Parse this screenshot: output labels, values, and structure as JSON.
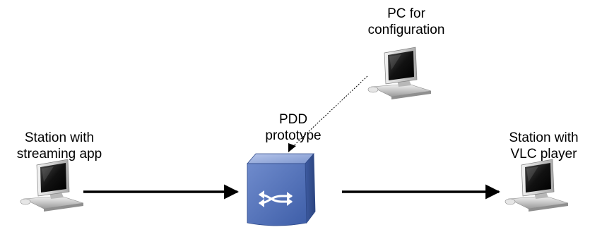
{
  "nodes": {
    "config_pc": {
      "line1": "PC for",
      "line2": "configuration",
      "icon": "desktop-computer-icon"
    },
    "pdd": {
      "line1": "PDD",
      "line2": "prototype",
      "icon": "network-switch-icon"
    },
    "source_station": {
      "line1": "Station with",
      "line2": "streaming app",
      "icon": "desktop-computer-icon"
    },
    "sink_station": {
      "line1": "Station with",
      "line2": "VLC player",
      "icon": "desktop-computer-icon"
    }
  },
  "colors": {
    "switch_top": "#8fa6d8",
    "switch_front": "#4f6fb6",
    "switch_side": "#34508f",
    "computer_body": "#d9d9d9",
    "screen": "#1a1a1a",
    "arrow": "#000000"
  }
}
